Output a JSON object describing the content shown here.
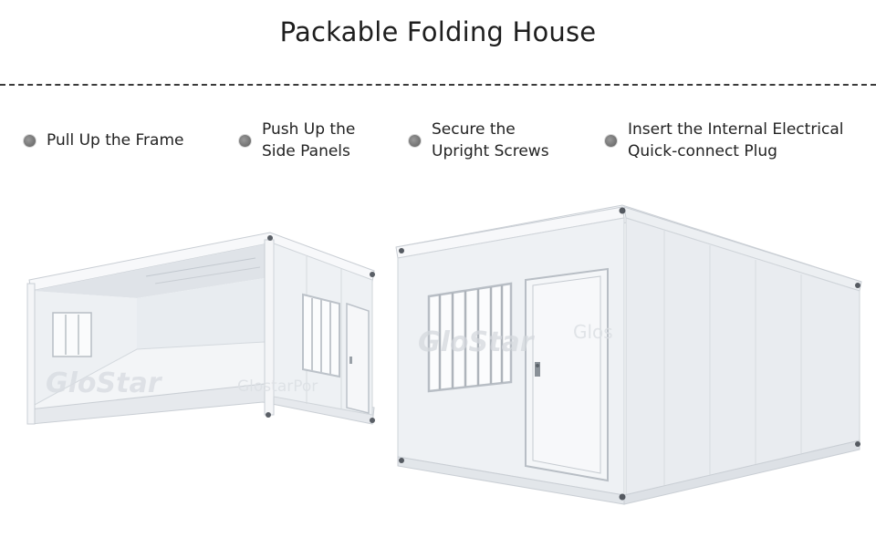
{
  "title": "Packable Folding House",
  "steps": [
    {
      "label": "Pull Up the Frame"
    },
    {
      "label": "Push Up the\nSide Panels"
    },
    {
      "label": "Secure the\nUpright Screws"
    },
    {
      "label": "Insert the Internal Electrical\nQuick-connect Plug"
    }
  ],
  "watermarks": {
    "left_logo": "GloStar",
    "left_text": "GlostarPor",
    "right_logo": "GloStar",
    "right_text": "Glos"
  },
  "colors": {
    "panel": "#eef1f4",
    "frame": "#f7f8fa",
    "edge": "#c9ced4",
    "dot": "#6b6b6b"
  }
}
